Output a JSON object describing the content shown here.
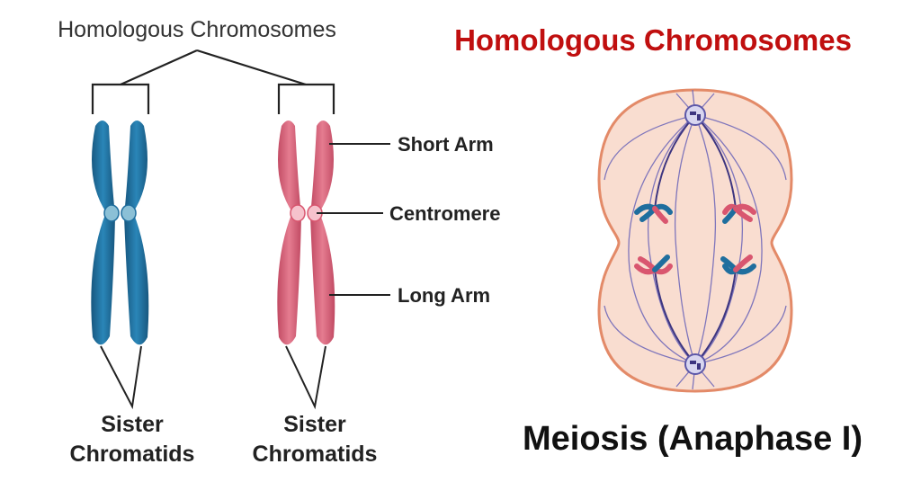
{
  "left_heading": "Homologous Chromosomes",
  "right_title": "Homologous Chromosomes",
  "labels": {
    "short_arm": "Short Arm",
    "centromere": "Centromere",
    "long_arm": "Long Arm"
  },
  "sister_label_blue": {
    "line1": "Sister",
    "line2": "Chromatids"
  },
  "sister_label_pink": {
    "line1": "Sister",
    "line2": "Chromatids"
  },
  "cell_caption": "Meiosis (Anaphase I)",
  "colors": {
    "title_red": "#c00f0f",
    "blue_chromosome": "#1f6e9e",
    "pink_chromosome": "#d9566f",
    "cell_fill": "#f9ddd0",
    "cell_border": "#e38a68",
    "spindle": "#6a64b8"
  }
}
